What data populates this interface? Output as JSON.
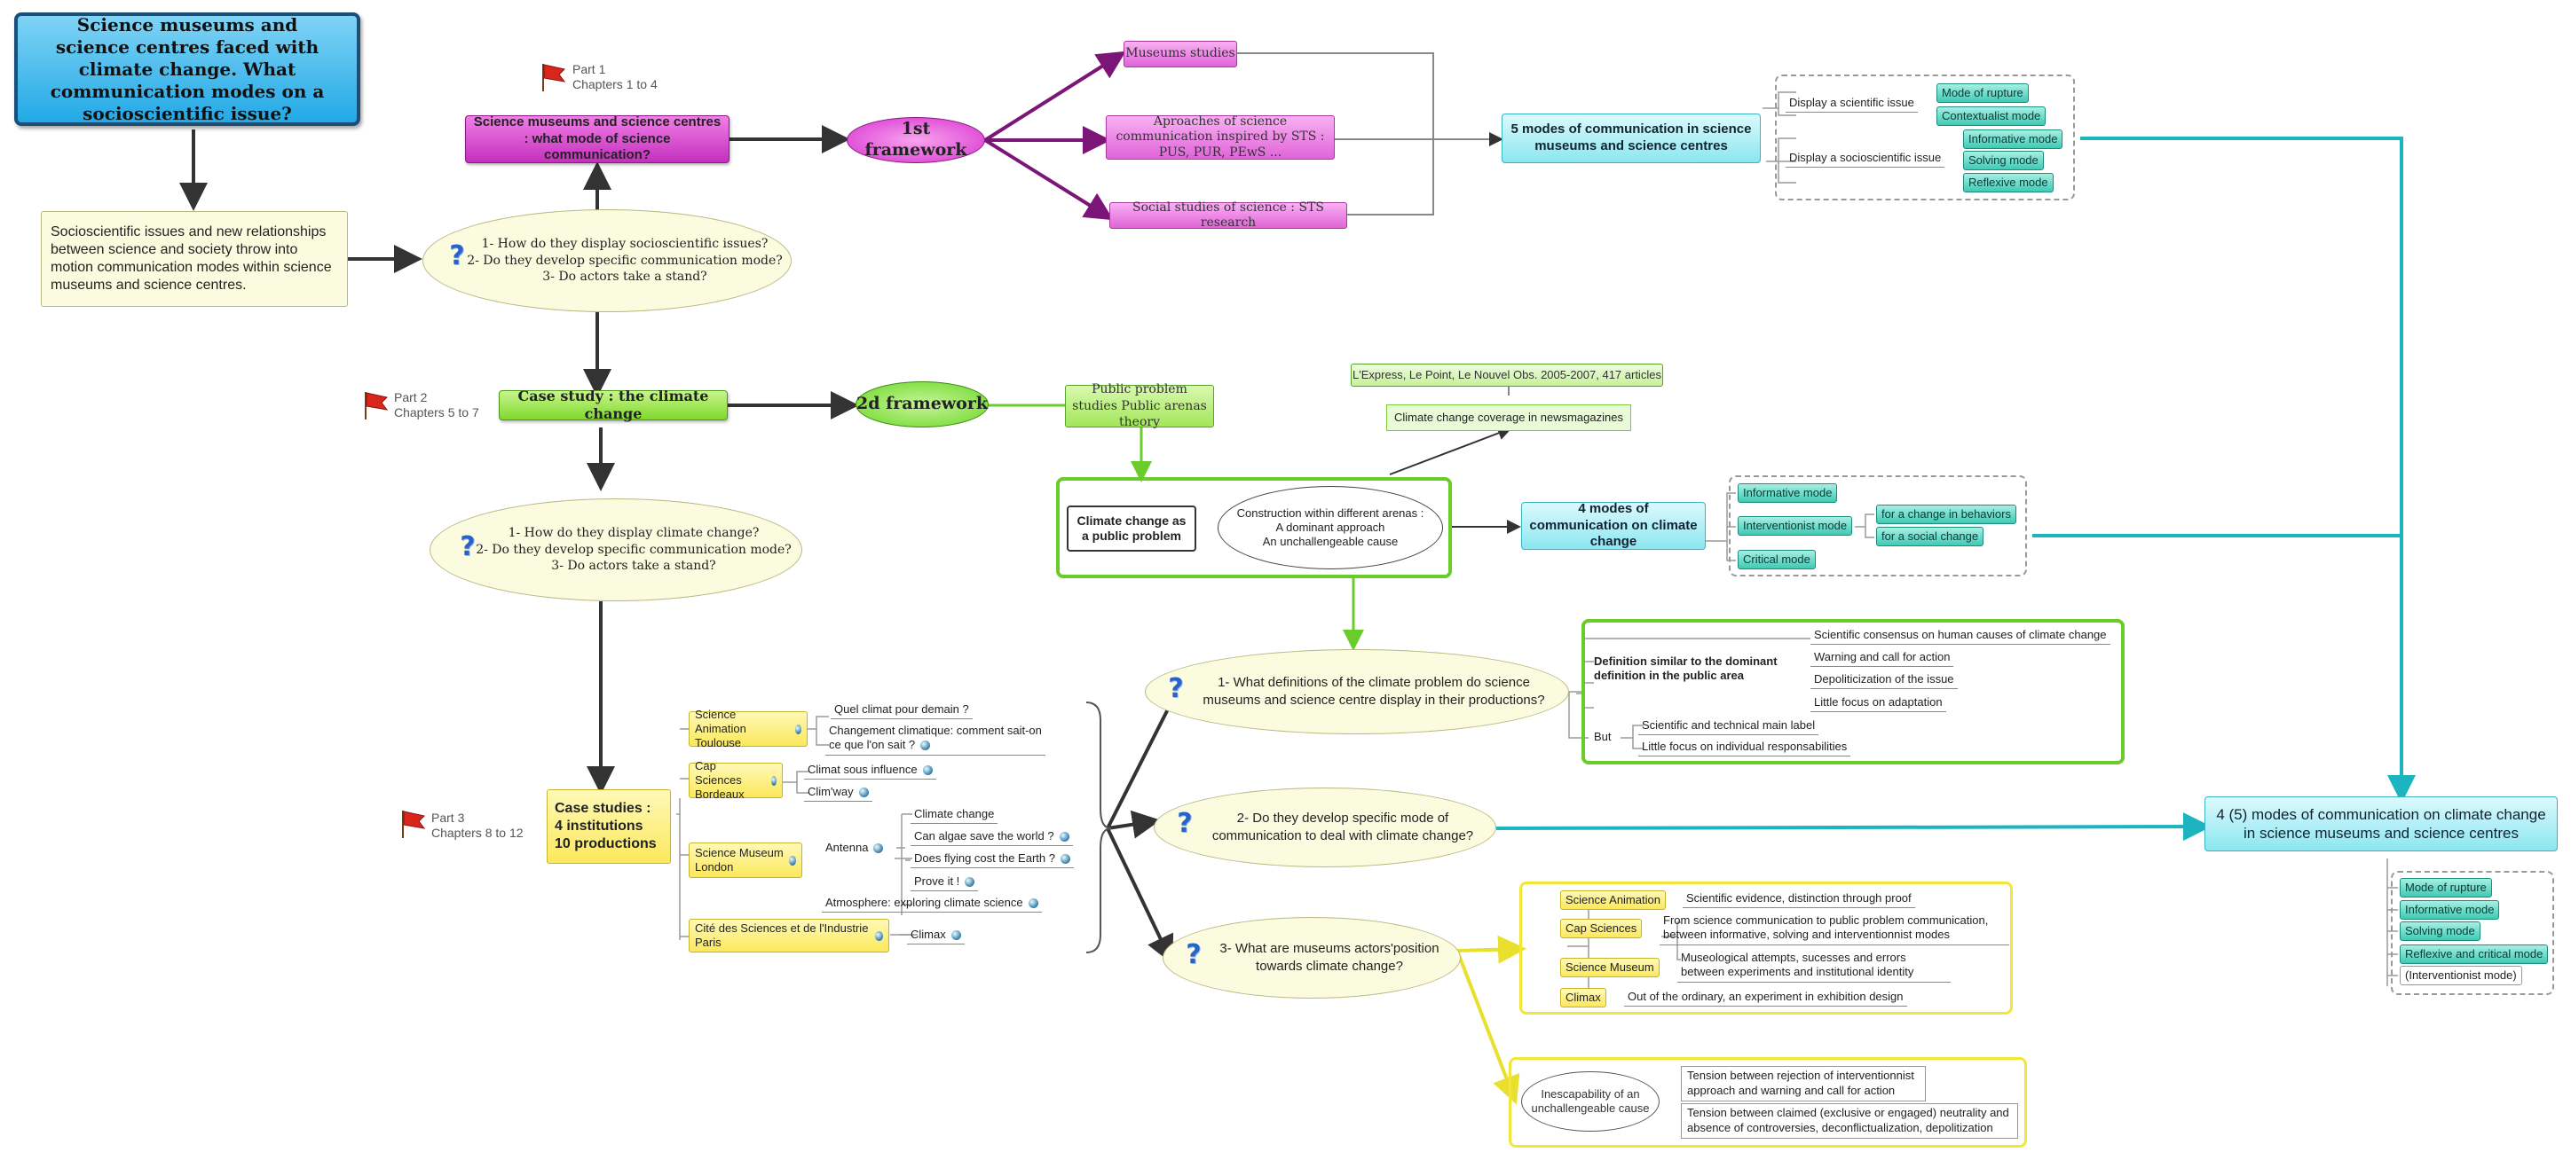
{
  "title": "Science museums and science centres faced with climate change. What communication modes on a socioscientific issue?",
  "intro": "Socioscientific issues and new relationships between science and society throw into motion communication modes within science museums and science centres.",
  "part1": {
    "title": "Part 1",
    "chapters": "Chapters 1 to 4"
  },
  "part2": {
    "title": "Part 2",
    "chapters": "Chapters 5 to 7"
  },
  "part3": {
    "title": "Part 3",
    "chapters": "Chapters 8 to 12"
  },
  "q1": [
    "1- How do they display socioscientific issues?",
    "2- Do they develop specific communication mode?",
    "3- Do actors take a stand?"
  ],
  "q2": [
    "1- How do they display climate change?",
    "2- Do they develop specific communication mode?",
    "3- Do actors take a stand?"
  ],
  "main_question": "Science museums and science centres : what mode of science communication?",
  "framework1": "1st framework",
  "framework1_items": [
    "Museums studies",
    "Aproaches of science communication inspired by STS : PUS, PUR, PEwS ...",
    "Social studies of science : STS research"
  ],
  "modes5": {
    "title": "5 modes of communication in science museums and science centres",
    "groups": [
      {
        "label": "Display a scientific issue",
        "modes": [
          "Mode of rupture",
          "Contextualist mode"
        ]
      },
      {
        "label": "Display a socioscientific issue",
        "modes": [
          "Informative mode",
          "Solving mode",
          "Reflexive mode"
        ]
      }
    ]
  },
  "case_study": "Case study : the climate change",
  "framework2": "2d framework",
  "public_problem": "Public problem studies Public arenas theory",
  "press": "L'Express, Le Point, Le Nouvel Obs. 2005-2007, 417 articles",
  "coverage": "Climate change coverage in newsmagazines",
  "public_problem_label": "Climate change as a public problem",
  "construction": [
    "Construction within different arenas :",
    "A dominant approach",
    "An unchallengeable cause"
  ],
  "modes4": {
    "title": "4 modes of communication on climate change",
    "modes": [
      "Informative mode",
      "Interventionist mode",
      "Critical mode"
    ],
    "interventionist_sub": [
      "for a change in behaviors",
      "for a social change"
    ]
  },
  "case_studies": [
    "Case studies :",
    "4 institutions",
    "10 productions"
  ],
  "institutions": [
    {
      "name": "Science Animation Toulouse",
      "productions": [
        "Quel climat pour demain ?",
        "Changement climatique: comment sait-on ce que l'on sait ?"
      ]
    },
    {
      "name": "Cap Sciences Bordeaux",
      "productions": [
        "Climat sous influence",
        "Clim'way"
      ]
    },
    {
      "name": "Science Museum London",
      "antenna": "Antenna",
      "antenna_items": [
        "Climate change",
        "Can algae save the world ?",
        "Does flying cost the Earth ?",
        "Prove it !"
      ],
      "productions": [
        "Atmosphere: exploring climate science"
      ]
    },
    {
      "name": "Cité des Sciences et de l'Industrie Paris",
      "productions": [
        "Climax"
      ]
    }
  ],
  "rq1": "1- What definitions of the climate problem do science museums and science centre display in their productions?",
  "rq2": "2- Do they develop specific mode of communication to deal with climate change?",
  "rq3": "3- What are museums actors'position towards climate change?",
  "definition": {
    "label": "Definition similar to the dominant definition in the public area",
    "items": [
      "Scientific consensus on human causes of climate change",
      "Warning and call for action",
      "Depoliticization of the issue",
      "Little focus on adaptation"
    ],
    "but": "But",
    "but_items": [
      "Scientific and technical main label",
      "Little focus on individual responsabilities"
    ]
  },
  "positions": [
    {
      "inst": "Science Animation",
      "text": "Scientific evidence, distinction through proof"
    },
    {
      "inst": "Cap Sciences",
      "text": "From science communication to public problem communication, between informative, solving and interventionnist modes"
    },
    {
      "inst": "Science Museum",
      "text": "Museological attempts, sucesses and errors between experiments and institutional identity"
    },
    {
      "inst": "Climax",
      "text": "Out of the ordinary, an experiment in exhibition design"
    }
  ],
  "inescapability": "Inescapability of an unchallengeable cause",
  "tensions": [
    "Tension between rejection of interventionnist approach and warning and call for action",
    "Tension between claimed (exclusive or engaged) neutrality and absence of controversies, deconflictualization, depolitization"
  ],
  "final": {
    "title": "4 (5) modes of communication on climate change in science museums and science centres",
    "modes": [
      "Mode of rupture",
      "Informative mode",
      "Solving mode",
      "Reflexive and critical mode",
      "(Interventionist mode)"
    ]
  }
}
